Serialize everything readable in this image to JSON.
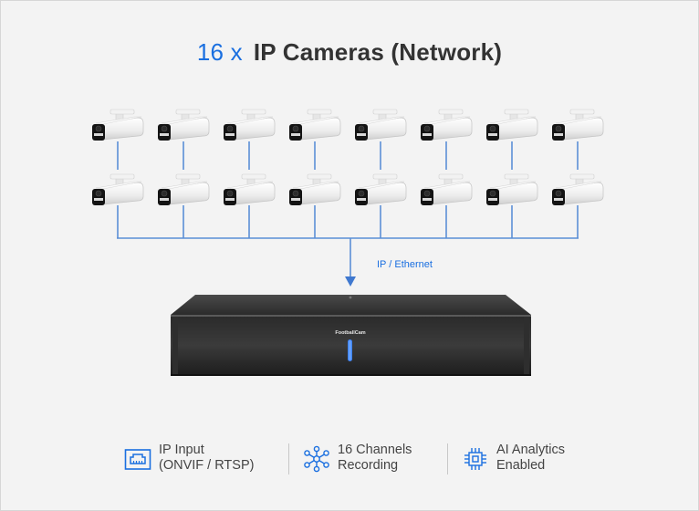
{
  "header": {
    "count": "16 x",
    "title": "IP Cameras (Network)"
  },
  "cameras": {
    "count": 16,
    "rows": 2,
    "per_row": 8
  },
  "link": {
    "label": "IP / Ethernet"
  },
  "recorder": {
    "brand": "FootballCam"
  },
  "features": [
    {
      "icon": "ethernet-port-icon",
      "line1": "IP Input",
      "line2": "(ONVIF / RTSP)"
    },
    {
      "icon": "network-nodes-icon",
      "line1": "16 Channels",
      "line2": "Recording"
    },
    {
      "icon": "ai-chip-icon",
      "line1": "AI Analytics",
      "line2": "Enabled"
    }
  ],
  "colors": {
    "accent": "#1a6fe0",
    "wire": "#5b8fd6",
    "text": "#333333",
    "background": "#f3f3f3"
  }
}
